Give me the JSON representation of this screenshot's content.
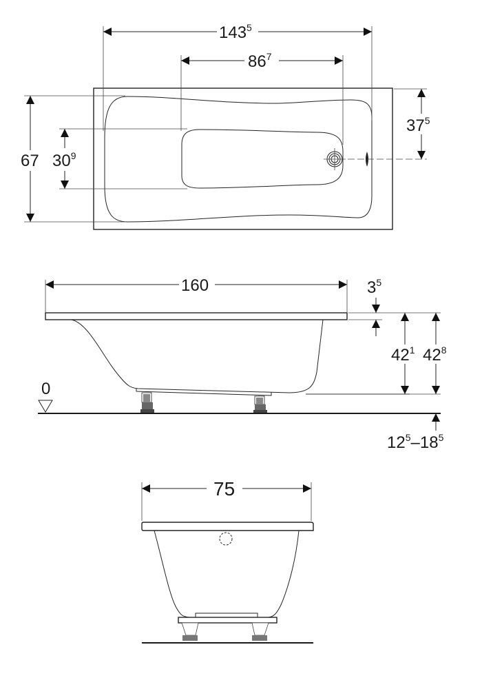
{
  "drawing": {
    "subject": "Bathtub dimension drawing",
    "units": "cm",
    "colors": {
      "line": "#222222",
      "background": "#ffffff",
      "feet_fill": "#777777"
    }
  },
  "top_view": {
    "overall_inner_length": {
      "main": "143",
      "sup": "5"
    },
    "bottom_length": {
      "main": "86",
      "sup": "7"
    },
    "overall_width": {
      "main": "67",
      "sup": ""
    },
    "bottom_width": {
      "main": "30",
      "sup": "9"
    },
    "drain_offset": {
      "main": "37",
      "sup": "5"
    }
  },
  "side_view": {
    "overall_length": {
      "main": "160",
      "sup": ""
    },
    "rim_thickness": {
      "main": "3",
      "sup": "5"
    },
    "inner_depth": {
      "main": "42",
      "sup": "1"
    },
    "outer_height": {
      "main": "42",
      "sup": "8"
    },
    "floor_level": "0",
    "feet_adjustment": {
      "a_main": "12",
      "a_sup": "5",
      "dash": "–",
      "b_main": "18",
      "b_sup": "5"
    }
  },
  "end_view": {
    "overall_width": {
      "main": "75",
      "sup": ""
    }
  }
}
